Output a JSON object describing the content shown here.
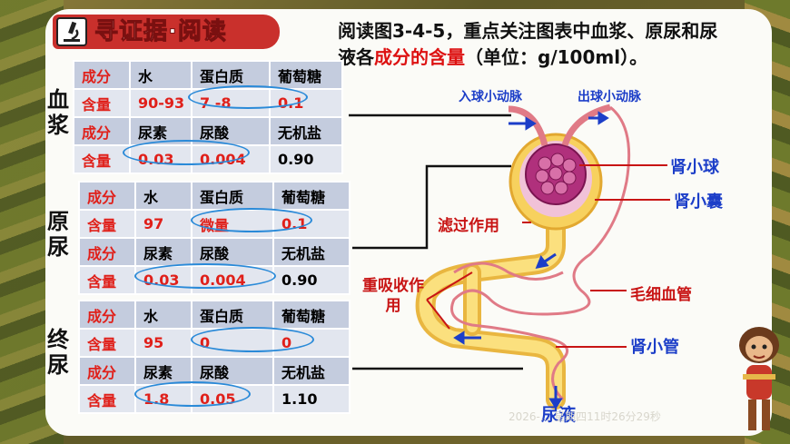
{
  "title": "寻证据·阅读",
  "instruction": {
    "before": "阅读图3-4-5，重点关注图表中血浆、原尿和尿液各",
    "highlight": "成分的含量",
    "after": "（单位：g/100ml）。"
  },
  "tables": [
    {
      "side_label": "血浆",
      "rows": [
        [
          "成分",
          "水",
          "蛋白质",
          "葡萄糖"
        ],
        [
          "含量",
          "90-93",
          "7 -8",
          "0.1"
        ],
        [
          "成分",
          "尿素",
          "尿酸",
          "无机盐"
        ],
        [
          "含量",
          "0.03",
          "0.004",
          "0.90"
        ]
      ]
    },
    {
      "side_label": "原尿",
      "rows": [
        [
          "成分",
          "水",
          "蛋白质",
          "葡萄糖"
        ],
        [
          "含量",
          "97",
          "微量",
          "0.1"
        ],
        [
          "成分",
          "尿素",
          "尿酸",
          "无机盐"
        ],
        [
          "含量",
          "0.03",
          "0.004",
          "0.90"
        ]
      ]
    },
    {
      "side_label": "终尿",
      "rows": [
        [
          "成分",
          "水",
          "蛋白质",
          "葡萄糖"
        ],
        [
          "含量",
          "95",
          "0",
          "0"
        ],
        [
          "成分",
          "尿素",
          "尿酸",
          "无机盐"
        ],
        [
          "含量",
          "1.8",
          "0.05",
          "1.10"
        ]
      ]
    }
  ],
  "diagram_labels": {
    "afferent": "入球小动脉",
    "efferent": "出球小动脉",
    "glomerulus": "肾小球",
    "capsule": "肾小囊",
    "filtration": "滤过作用",
    "reabsorption": "重吸收作用",
    "capillary": "毛细血管",
    "tubule": "肾小管",
    "urine": "尿液"
  },
  "watermark": "2026-... 星期四11时26分29秒",
  "colors": {
    "title_bg": "#c9302c",
    "highlight": "#dd1111",
    "label_blue": "#1c3ec8",
    "label_red": "#c81414",
    "ellipse": "#2a8ad8"
  }
}
